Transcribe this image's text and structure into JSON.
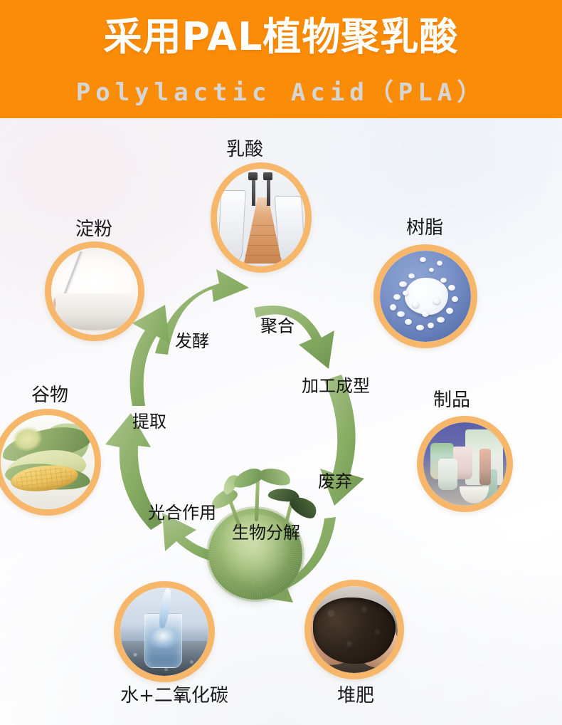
{
  "header": {
    "title": "采用PAL植物聚乳酸",
    "subtitle": "Polylactic Acid（PLA）",
    "bg_color": "#FB8C07",
    "title_color": "#FFFFFF",
    "subtitle_color": "#D6D6D6"
  },
  "diagram": {
    "type": "cycle",
    "ring_color": "#F7B76A",
    "arrow_color": "#82A95F",
    "label_color": "#141414",
    "nodes": [
      {
        "id": "lactic-acid",
        "label": "乳酸",
        "photo": "laboratory-flask-with-amber-liquid"
      },
      {
        "id": "starch",
        "label": "淀粉",
        "photo": "white-starch-powder-in-bowl"
      },
      {
        "id": "resin",
        "label": "树脂",
        "photo": "white-plastic-pellets-on-blue"
      },
      {
        "id": "grain",
        "label": "谷物",
        "photo": "corn-cob-with-leaves"
      },
      {
        "id": "products",
        "label": "制品",
        "photo": "plastic-household-products"
      },
      {
        "id": "water-co2",
        "label": "水+二氧化碳",
        "photo": "water-pouring-into-glass"
      },
      {
        "id": "compost",
        "label": "堆肥",
        "photo": "hands-holding-dark-compost-soil"
      }
    ],
    "center": {
      "id": "plant",
      "photo": "green-moss-ball-with-seedlings"
    },
    "steps": [
      {
        "id": "fermentation",
        "label": "发酵",
        "from": "starch",
        "to": "lactic-acid"
      },
      {
        "id": "polymerization",
        "label": "聚合",
        "from": "lactic-acid",
        "to": "resin"
      },
      {
        "id": "processing",
        "label": "加工成型",
        "from": "resin",
        "to": "products"
      },
      {
        "id": "disposal",
        "label": "废弃",
        "from": "products",
        "to": "compost"
      },
      {
        "id": "biodegradation",
        "label": "生物分解",
        "from": "compost",
        "to": "water-co2"
      },
      {
        "id": "photosynthesis",
        "label": "光合作用",
        "from": "water-co2",
        "to": "grain"
      },
      {
        "id": "extraction",
        "label": "提取",
        "from": "grain",
        "to": "starch"
      }
    ]
  }
}
